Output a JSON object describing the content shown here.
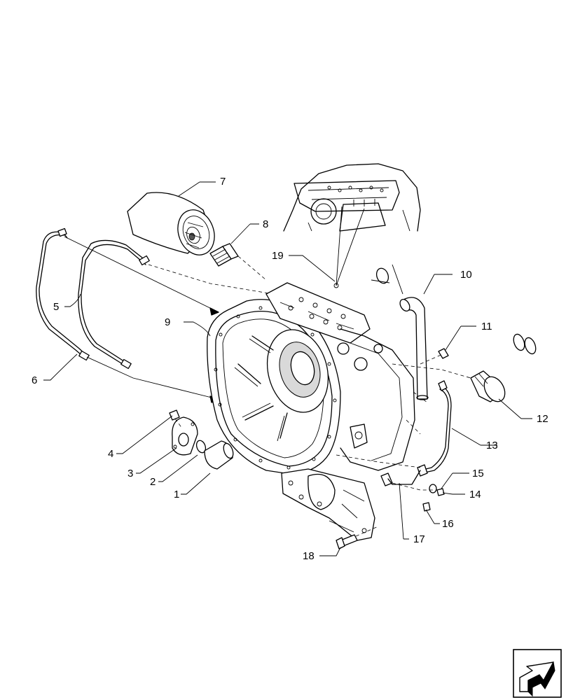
{
  "callouts": {
    "c1": "1",
    "c2": "2",
    "c3": "3",
    "c4": "4",
    "c5": "5",
    "c6": "6",
    "c7": "7",
    "c8": "8",
    "c9": "9",
    "c10": "10",
    "c11": "11",
    "c12": "12",
    "c13": "13",
    "c14": "14",
    "c15": "15",
    "c16": "16",
    "c17": "17",
    "c18": "18",
    "c19": "19"
  },
  "icons": {
    "nav": "next-page-arrow-icon"
  }
}
